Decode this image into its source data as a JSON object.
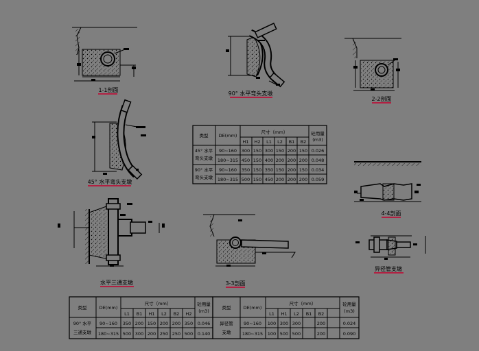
{
  "views": {
    "section_1_1": "1-1剖面",
    "bend_90": "90° 水平弯头支墩",
    "section_2_2": "2-2剖面",
    "bend_45": "45° 水平弯头支墩",
    "section_4_4": "4-4剖面",
    "tee_90": "水平三通支墩",
    "section_3_3": "3-3剖面",
    "reducer": "异径管支墩"
  },
  "table_bend": {
    "headers": {
      "type": "类型",
      "dn": "DE(mm)",
      "dims": "尺寸（mm）",
      "conc": "砼用量",
      "conc_unit": "(m3)",
      "sub": [
        "H1",
        "H2",
        "L1",
        "L2",
        "B1",
        "B2"
      ]
    },
    "groups": [
      {
        "name_l1": "45° 水平",
        "name_l2": "弯头支墩",
        "rows": [
          {
            "dn": "90~160",
            "vals": [
              "300",
              "150",
              "300",
              "150",
              "200",
              "150"
            ],
            "conc": "0.026"
          },
          {
            "dn": "180~315",
            "vals": [
              "450",
              "150",
              "400",
              "200",
              "200",
              "200"
            ],
            "conc": "0.048"
          }
        ]
      },
      {
        "name_l1": "90° 水平",
        "name_l2": "弯头支墩",
        "rows": [
          {
            "dn": "90~160",
            "vals": [
              "350",
              "150",
              "350",
              "150",
              "200",
              "150"
            ],
            "conc": "0.034"
          },
          {
            "dn": "180~315",
            "vals": [
              "500",
              "150",
              "450",
              "200",
              "200",
              "200"
            ],
            "conc": "0.059"
          }
        ]
      }
    ]
  },
  "table_tee": {
    "headers": {
      "type": "类型",
      "dn": "DE(mm)",
      "dims": "尺寸（mm）",
      "conc": "砼用量",
      "conc_unit": "(m3)",
      "sub": [
        "L1",
        "B1",
        "H1",
        "L2",
        "B2",
        "H2"
      ]
    },
    "name_l1": "90° 水平",
    "name_l2": "三通支墩",
    "rows": [
      {
        "dn": "90~160",
        "vals": [
          "350",
          "200",
          "150",
          "200",
          "200",
          "350"
        ],
        "conc": "0.046"
      },
      {
        "dn": "180~315",
        "vals": [
          "500",
          "300",
          "200",
          "250",
          "250",
          "500"
        ],
        "conc": "0.140"
      }
    ]
  },
  "table_reducer": {
    "headers": {
      "type": "类型",
      "dn": "DE(mm)",
      "dims": "尺寸（mm）",
      "conc": "砼用量",
      "conc_unit": "(m3)",
      "sub": [
        "L1",
        "H1",
        "L2",
        "B1",
        "B2"
      ]
    },
    "name_l1": "异径管",
    "name_l2": "支墩",
    "rows": [
      {
        "dn": "90~160",
        "vals": [
          "100",
          "300",
          "300",
          "",
          "200"
        ],
        "conc": "0.024"
      },
      {
        "dn": "180~315",
        "vals": [
          "100",
          "500",
          "500",
          "",
          "200"
        ],
        "conc": "0.090"
      }
    ]
  }
}
